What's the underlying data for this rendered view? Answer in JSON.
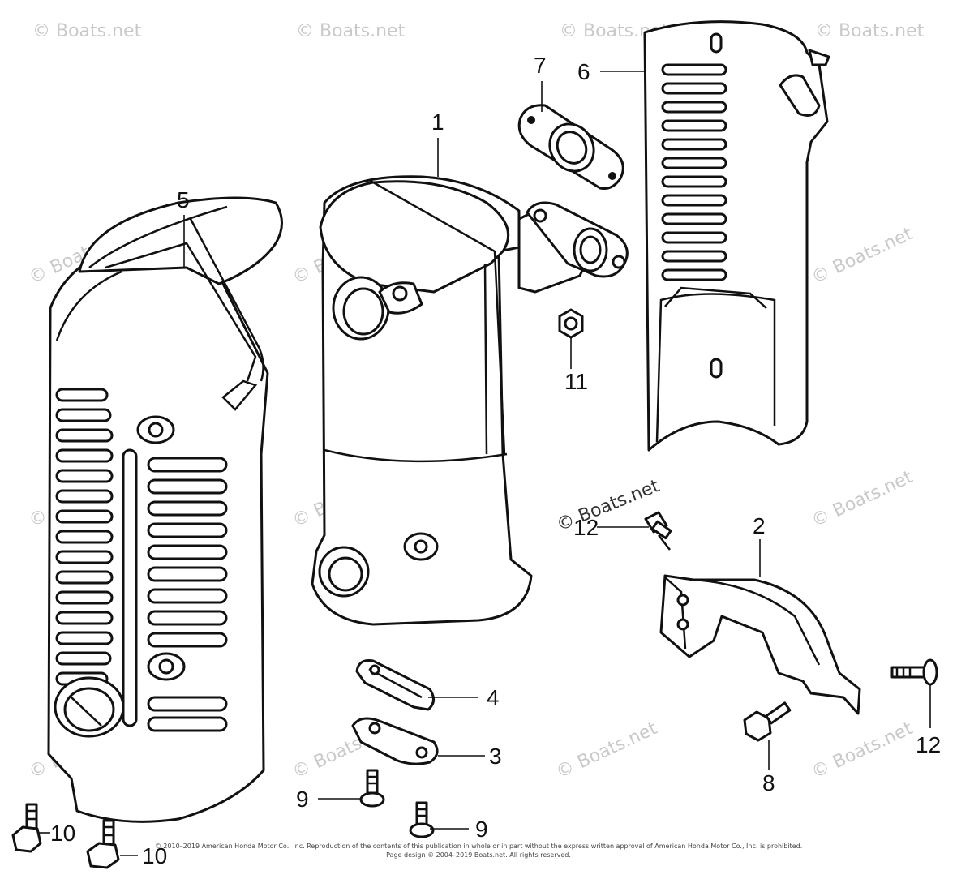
{
  "watermark": "© Boats.net",
  "callouts": {
    "c1": "1",
    "c2": "2",
    "c3": "3",
    "c4": "4",
    "c5": "5",
    "c6": "6",
    "c7": "7",
    "c8": "8",
    "c9a": "9",
    "c9b": "9",
    "c10a": "10",
    "c10b": "10",
    "c11": "11",
    "c12a": "12",
    "c12b": "12"
  },
  "footer": {
    "line1": "© 2010–2019 American Honda Motor Co., Inc. Reproduction of the contents of this publication in whole or in part without the express written approval of American Honda Motor Co., Inc. is prohibited.",
    "line2": "Page design © 2004–2019 Boats.net. All rights reserved."
  }
}
